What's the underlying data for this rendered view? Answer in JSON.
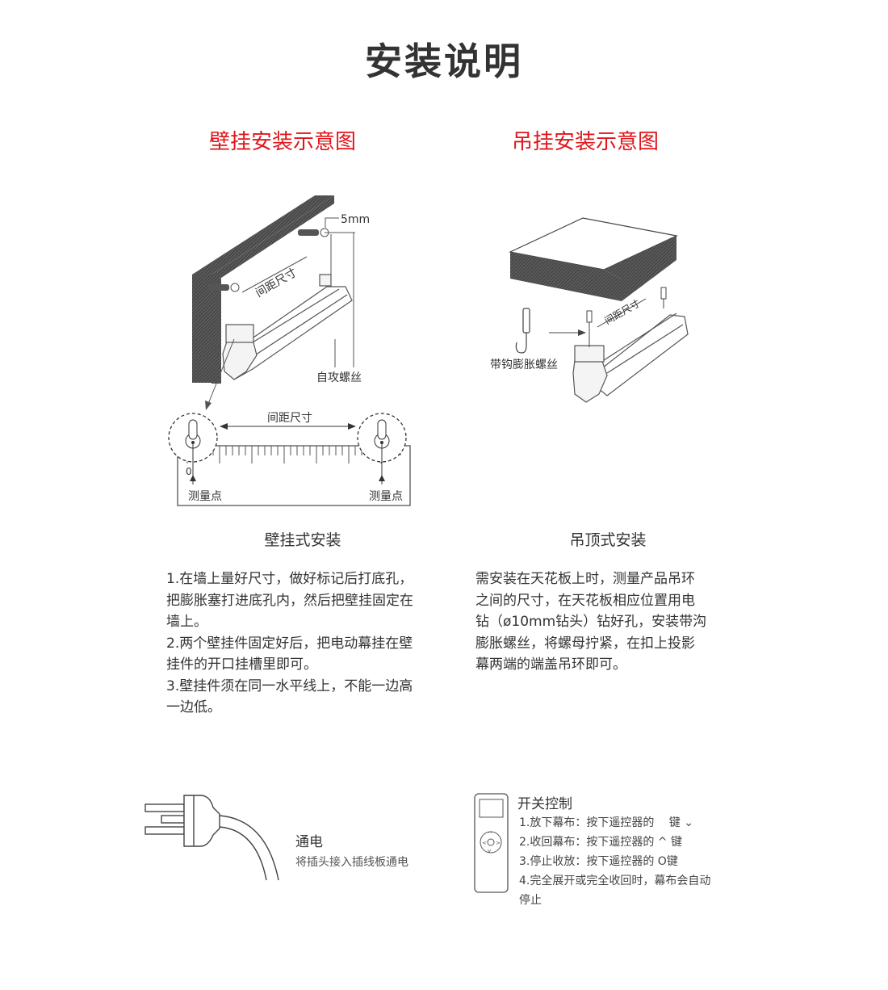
{
  "page": {
    "title": "安装说明"
  },
  "wall": {
    "heading": "壁挂安装示意图",
    "labels": {
      "size5": "5mm",
      "spacing_diag": "间距尺寸",
      "screw": "自攻螺丝",
      "spacing": "间距尺寸",
      "zero": "0",
      "point_left": "测量点",
      "point_right": "测量点"
    },
    "caption": "壁挂式安装",
    "steps": [
      "1.在墙上量好尺寸，做好标记后打底孔，",
      "把膨胀塞打进底孔内，然后把壁挂固定在",
      "墙上。",
      "2.两个壁挂件固定好后，把电动幕挂在壁",
      "挂件的开口挂槽里即可。",
      "3.壁挂件须在同一水平线上，不能一边高",
      "一边低。"
    ]
  },
  "ceiling": {
    "heading": "吊挂安装示意图",
    "labels": {
      "spacing": "间距尺寸",
      "hook_screw": "带钩膨胀螺丝"
    },
    "caption": "吊顶式安装",
    "desc": [
      "需安装在天花板上时，测量产品吊环",
      "之间的尺寸，在天花板相应位置用电",
      "钻（ø10mm钻头）钻好孔，安装带沟",
      "膨胀螺丝，将螺母拧紧，在扣上投影",
      "幕两端的端盖吊环即可。"
    ]
  },
  "power": {
    "title": "通电",
    "desc": "将插头接入插线板通电"
  },
  "control": {
    "title": "开关控制",
    "items": [
      "1.放下幕布：按下遥控器的　 键 ⌄",
      "2.收回幕布：按下遥控器的 ^ 键",
      "3.停止收放：按下遥控器的 O键",
      "4.完全展开或完全收回时，幕布会自动",
      "停止"
    ]
  }
}
